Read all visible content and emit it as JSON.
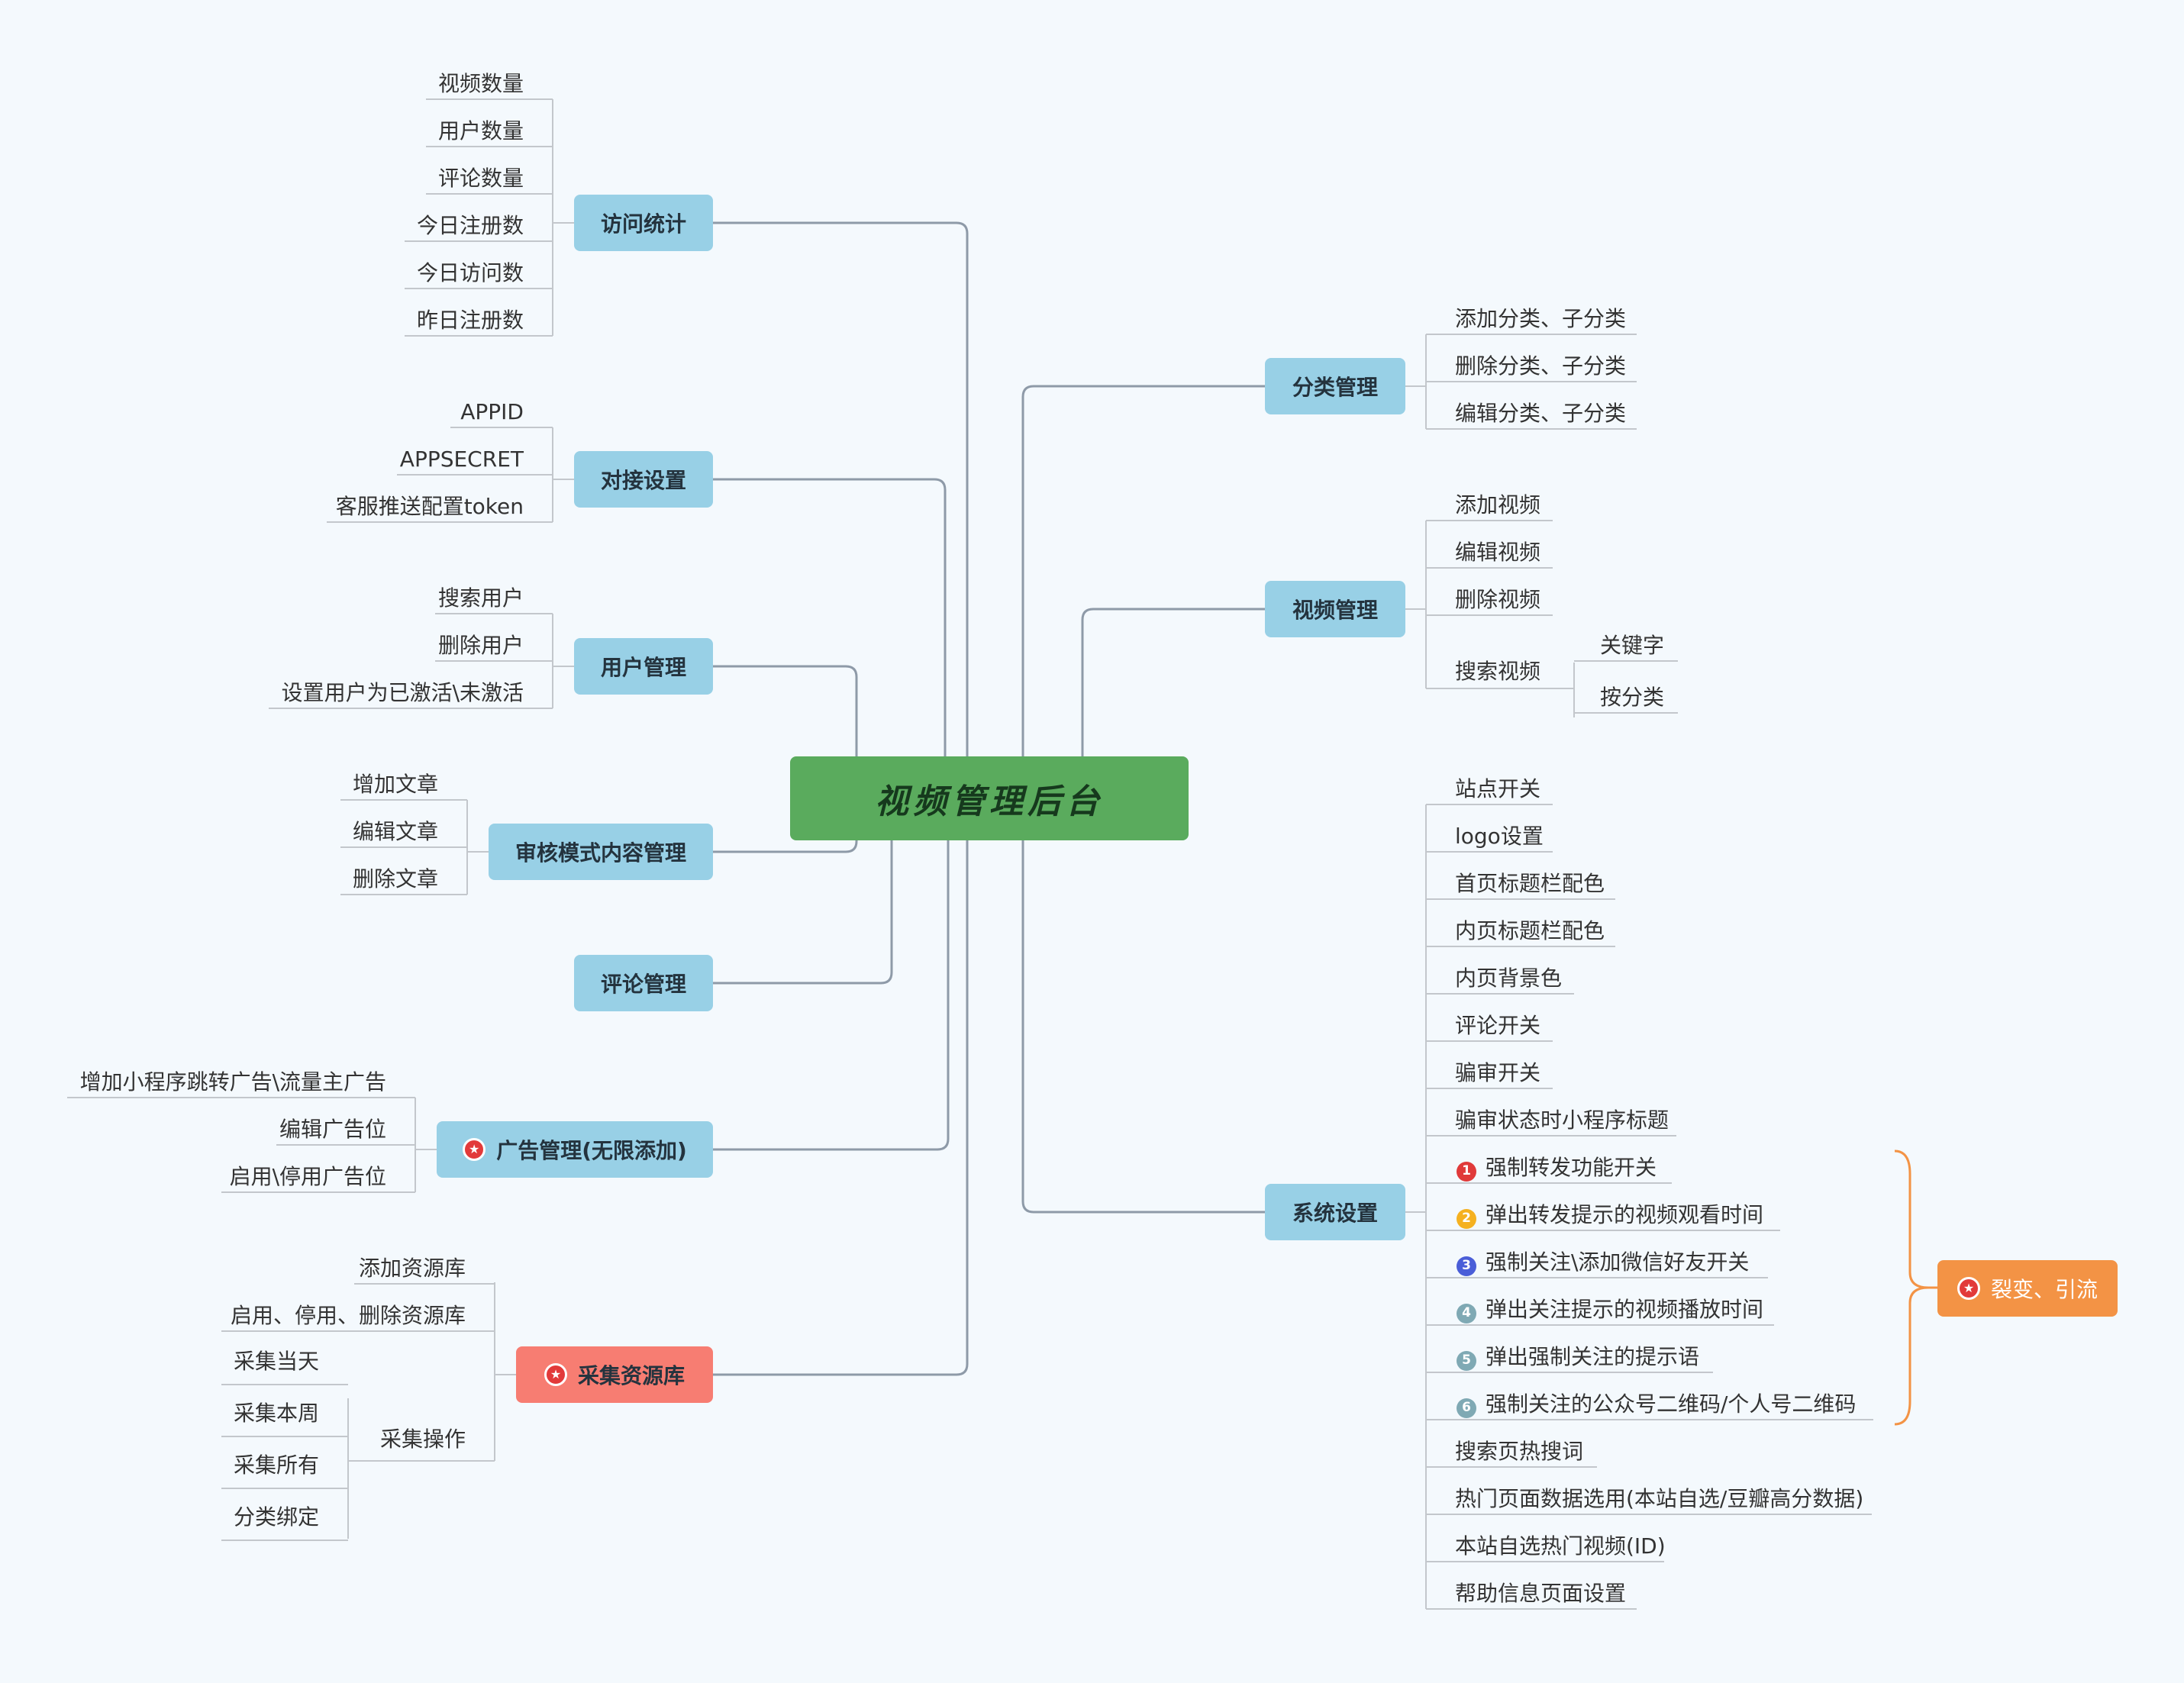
{
  "center": "视频管理后台",
  "branches": {
    "visit": {
      "label": "访问统计",
      "items": [
        "视频数量",
        "用户数量",
        "评论数量",
        "今日注册数",
        "今日访问数",
        "昨日注册数"
      ]
    },
    "connect": {
      "label": "对接设置",
      "items": [
        "APPID",
        "APPSECRET",
        "客服推送配置token"
      ]
    },
    "users": {
      "label": "用户管理",
      "items": [
        "搜索用户",
        "删除用户",
        "设置用户为已激活\\未激活"
      ]
    },
    "audit": {
      "label": "审核模式内容管理",
      "items": [
        "增加文章",
        "编辑文章",
        "删除文章"
      ]
    },
    "comments": {
      "label": "评论管理"
    },
    "ads": {
      "label": "广告管理(无限添加)",
      "items": [
        "增加小程序跳转广告\\流量主广告",
        "编辑广告位",
        "启用\\停用广告位"
      ]
    },
    "collect": {
      "label": "采集资源库",
      "items": [
        "添加资源库",
        "启用、停用、删除资源库"
      ],
      "sub_label": "采集操作",
      "sub_items": [
        "采集当天",
        "采集本周",
        "采集所有",
        "分类绑定"
      ]
    },
    "category": {
      "label": "分类管理",
      "items": [
        "添加分类、子分类",
        "删除分类、子分类",
        "编辑分类、子分类"
      ]
    },
    "video": {
      "label": "视频管理",
      "items": [
        "添加视频",
        "编辑视频",
        "删除视频"
      ],
      "sub_label": "搜索视频",
      "sub_items": [
        "关键字",
        "按分类"
      ]
    },
    "system": {
      "label": "系统设置",
      "items": [
        "站点开关",
        "logo设置",
        "首页标题栏配色",
        "内页标题栏配色",
        "内页背景色",
        "评论开关",
        "骗审开关",
        "骗审状态时小程序标题",
        "强制转发功能开关",
        "弹出转发提示的视频观看时间",
        "强制关注\\添加微信好友开关",
        "弹出关注提示的视频播放时间",
        "弹出强制关注的提示语",
        "强制关注的公众号二维码/个人号二维码",
        "搜索页热搜词",
        "热门页面数据选用(本站自选/豆瓣高分数据)",
        "本站自选热门视频(ID)",
        "帮助信息页面设置"
      ]
    },
    "fission": {
      "label": "裂变、引流"
    }
  },
  "badges": {
    "numbers": [
      "1",
      "2",
      "3",
      "4",
      "5",
      "6"
    ],
    "colors": [
      "#e03a3a",
      "#f5b120",
      "#4a5ed8",
      "#7fa9b4",
      "#7fa9b4",
      "#7fa9b4"
    ]
  },
  "colors": {
    "trunk": "#8e9aa8",
    "leaf_line": "#c3c7cc",
    "brace": "#f39345"
  }
}
